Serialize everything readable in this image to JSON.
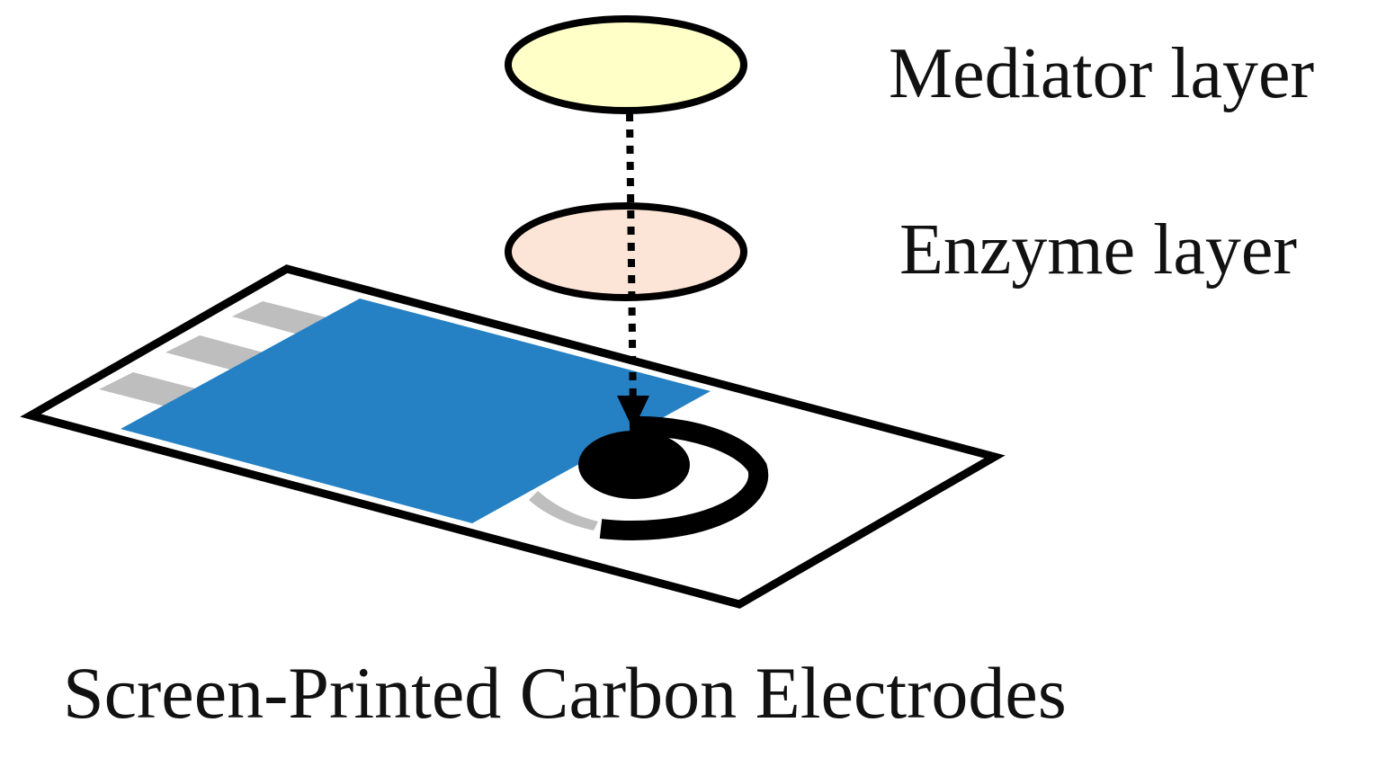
{
  "layers": {
    "mediator": {
      "label": "Mediator layer",
      "fill": "#FFFFC8"
    },
    "enzyme": {
      "label": "Enzyme layer",
      "fill": "#FCE5D6"
    }
  },
  "electrode": {
    "label": "Screen-Printed Carbon Electrodes",
    "strip_fill": "#FFFFFF",
    "blue_layer_fill": "#2581C4",
    "contact_stripe_fill": "#BEBEBE",
    "electrode_fill": "#000000"
  },
  "arrow": {
    "style": "dotted",
    "color": "#000000"
  }
}
